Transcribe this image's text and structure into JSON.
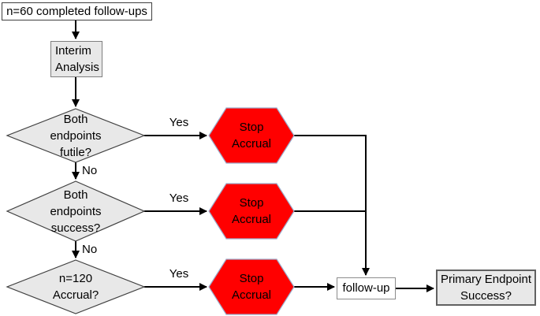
{
  "nodes": {
    "start": {
      "label": "n=60 completed follow-ups"
    },
    "interim": {
      "label": "Interim\nAnalysis"
    },
    "decision_futile": {
      "label": "Both\nendpoints\nfutile?"
    },
    "decision_success": {
      "label": "Both\nendpoints\nsuccess?"
    },
    "decision_accrual": {
      "label": "n=120\nAccrual?"
    },
    "stop_accrual_1": {
      "label": "Stop\nAccrual"
    },
    "stop_accrual_2": {
      "label": "Stop\nAccrual"
    },
    "stop_accrual_3": {
      "label": "Stop\nAccrual"
    },
    "followup": {
      "label": "follow-up"
    },
    "primary": {
      "label": "Primary Endpoint\nSuccess?"
    }
  },
  "edge_labels": {
    "futile_yes": "Yes",
    "futile_no": "No",
    "success_yes": "Yes",
    "success_no": "No",
    "accrual_yes": "Yes"
  },
  "colors": {
    "stop_fill": "#ff0000",
    "stop_border": "#9dabc9",
    "decision_fill": "#e8e8e8",
    "decision_border": "#404040",
    "line": "#000000"
  }
}
